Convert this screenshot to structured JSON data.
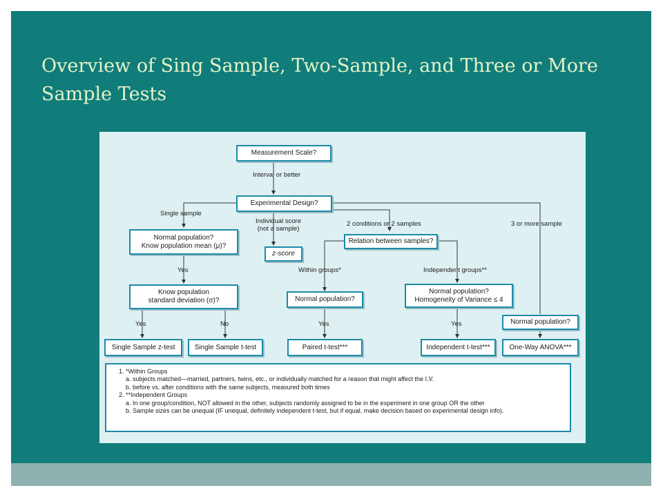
{
  "slide": {
    "title": "Overview of Sing Sample, Two-Sample, and Three or More Sample Tests",
    "background_color": "#107d7a",
    "title_color": "#e6f2c8"
  },
  "diagram": {
    "boxes": {
      "measurement_scale": "Measurement Scale?",
      "experimental_design": "Experimental Design?",
      "normal_population_mean": "Normal population?\nKnow population mean (μ)?",
      "z_score": "z-score",
      "know_sd": "Know population\nstandard deviation (σ)?",
      "relation_between_samples": "Relation between samples?",
      "normal_population_within": "Normal population?",
      "normal_population_homogeneity": "Normal population?\nHomogeneity of Variance ≤ 4",
      "normal_population_three": "Normal population?",
      "single_sample_z": "Single Sample z-test",
      "single_sample_t": "Single Sample t-test",
      "paired_t": "Paired t-test***",
      "independent_t": "Independent t-test***",
      "one_way_anova": "One-Way ANOVA***"
    },
    "labels": {
      "interval_or_better": "Interval or better",
      "single_sample": "Single sample",
      "individual_score": "Individual score\n(not a sample)",
      "two_conditions": "2 conditions or 2 samples",
      "three_or_more": "3 or more sample",
      "yes_normal_mean": "Yes",
      "within_groups": "Within groups*",
      "independent_groups": "Independent groups**",
      "yes_z": "Yes",
      "no_t": "No",
      "yes_paired": "Yes",
      "yes_independent": "Yes"
    },
    "notes": [
      "1.  *Within Groups",
      "a.  subjects matched—married, partners, twins, etc., or individually matched for a reason that might affect the I.V.",
      "b.  before vs. after conditions with the same subjects, measured both times",
      "2.  **Independent Groups",
      "a.  In one group/condition, NOT allowed in the other, subjects randomly assigned to be in the experiment in one group OR the other",
      "b.  Sample sizes can be unequal (IF unequal, definitely independent t-test, but if equal, make decision based on experimental design info)."
    ]
  }
}
